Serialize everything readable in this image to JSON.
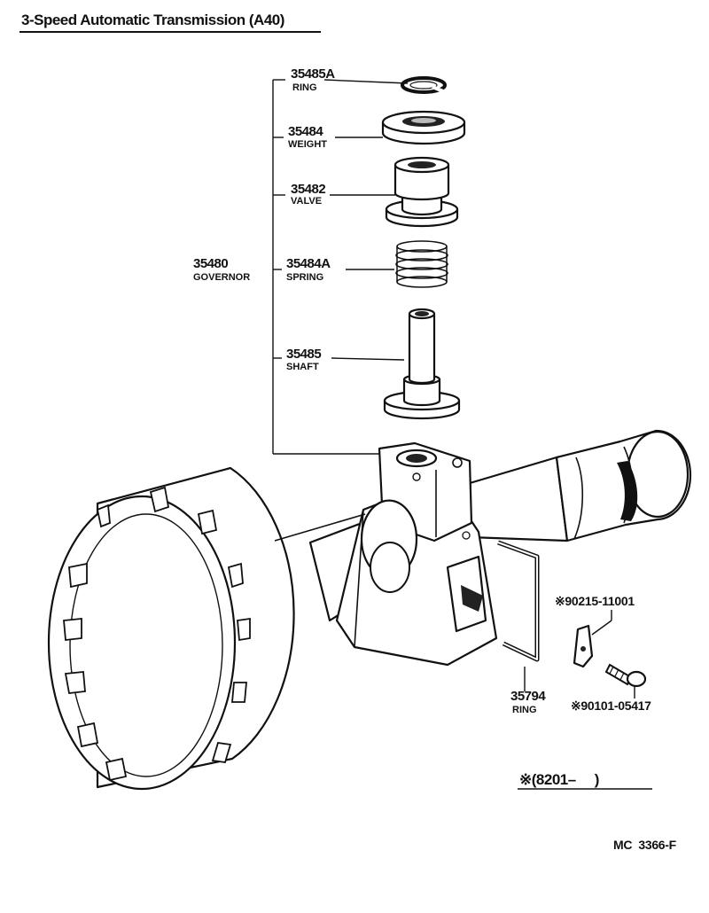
{
  "title": "3-Speed Automatic Transmission (A40)",
  "assembly": {
    "number": "35480",
    "name": "GOVERNOR"
  },
  "parts": [
    {
      "number": "35485A",
      "name": "RING"
    },
    {
      "number": "35484",
      "name": "WEIGHT"
    },
    {
      "number": "35482",
      "name": "VALVE"
    },
    {
      "number": "35484A",
      "name": "SPRING"
    },
    {
      "number": "35485",
      "name": "SHAFT"
    }
  ],
  "retainer": {
    "number": "35794",
    "name": "RING"
  },
  "clip_part": "※90215-11001",
  "bolt_part": "※90101-05417",
  "applicability": "※(8201–     )",
  "figure_code": "MC  3366-F"
}
